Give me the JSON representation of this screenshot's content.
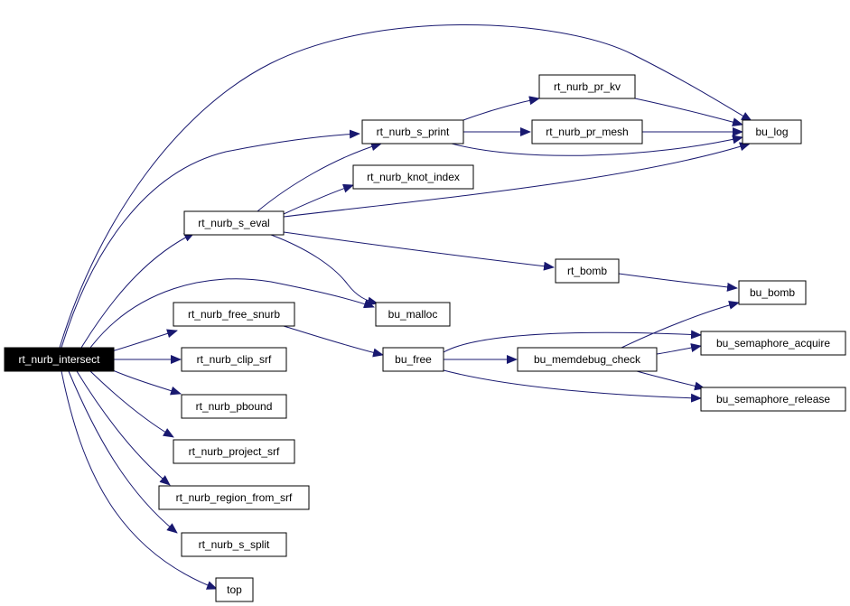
{
  "diagram": {
    "colors": {
      "edge": "#191970",
      "root_fill": "#000000",
      "root_text": "#ffffff",
      "node_fill": "#ffffff",
      "node_border": "#000000"
    },
    "nodes": {
      "rt_nurb_intersect": "rt_nurb_intersect",
      "rt_nurb_s_print": "rt_nurb_s_print",
      "rt_nurb_pr_kv": "rt_nurb_pr_kv",
      "rt_nurb_pr_mesh": "rt_nurb_pr_mesh",
      "bu_log": "bu_log",
      "rt_nurb_knot_index": "rt_nurb_knot_index",
      "rt_nurb_s_eval": "rt_nurb_s_eval",
      "rt_bomb": "rt_bomb",
      "bu_bomb": "bu_bomb",
      "bu_malloc": "bu_malloc",
      "rt_nurb_free_snurb": "rt_nurb_free_snurb",
      "bu_free": "bu_free",
      "bu_memdebug_check": "bu_memdebug_check",
      "bu_semaphore_acquire": "bu_semaphore_acquire",
      "bu_semaphore_release": "bu_semaphore_release",
      "rt_nurb_clip_srf": "rt_nurb_clip_srf",
      "rt_nurb_pbound": "rt_nurb_pbound",
      "rt_nurb_project_srf": "rt_nurb_project_srf",
      "rt_nurb_region_from_srf": "rt_nurb_region_from_srf",
      "rt_nurb_s_split": "rt_nurb_s_split",
      "top": "top"
    }
  }
}
